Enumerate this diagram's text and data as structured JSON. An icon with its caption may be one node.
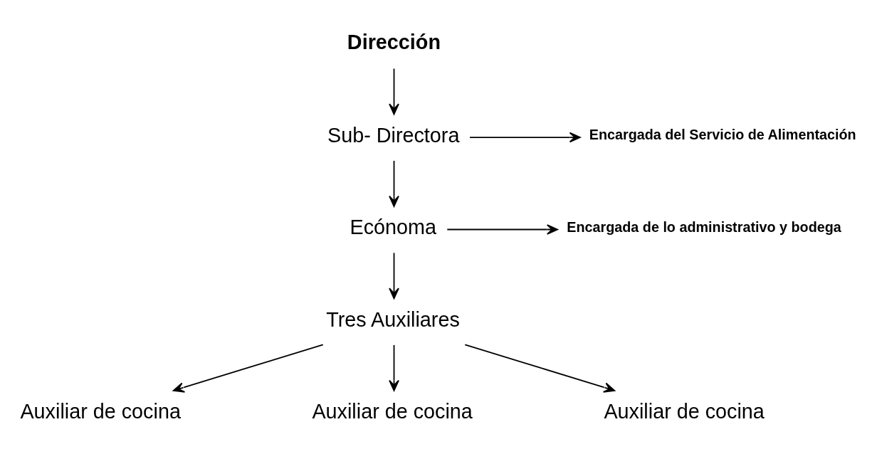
{
  "diagram": {
    "nodes": [
      {
        "text": [
          "Dirección"
        ]
      },
      {
        "text": [
          "Sub- Directora"
        ]
      },
      {
        "text": [
          "Encargada del Servicio de Alimentación"
        ]
      },
      {
        "text": [
          "Ecónoma"
        ]
      },
      {
        "text": [
          "Encargada de lo administrativo y bodega"
        ]
      },
      {
        "text": [
          "Tres Auxiliares"
        ]
      },
      {
        "text": [
          "Auxiliar de cocina"
        ]
      },
      {
        "text": [
          "Auxiliar de cocina"
        ]
      },
      {
        "text": [
          "Auxiliar de cocina"
        ]
      }
    ],
    "edges": [
      {
        "from": 0,
        "to": 1,
        "arrow": "to"
      },
      {
        "from": 1,
        "to": 2,
        "arrow": "to"
      },
      {
        "from": 1,
        "to": 3,
        "arrow": "to"
      },
      {
        "from": 3,
        "to": 4,
        "arrow": "to"
      },
      {
        "from": 3,
        "to": 5,
        "arrow": "to"
      },
      {
        "from": 5,
        "to": 6,
        "arrow": "to"
      },
      {
        "from": 5,
        "to": 7,
        "arrow": "to"
      },
      {
        "from": 5,
        "to": 8,
        "arrow": "to"
      }
    ]
  }
}
